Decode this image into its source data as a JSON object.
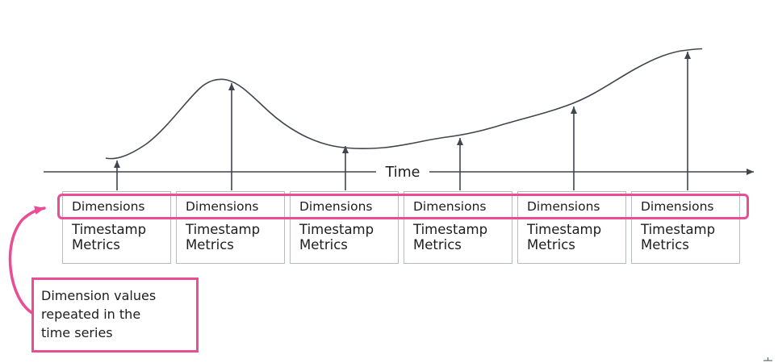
{
  "axis": {
    "label": "Time"
  },
  "record_boxes": [
    {
      "dimensions": "Dimensions",
      "timestamp": "Timestamp",
      "metrics": "Metrics"
    },
    {
      "dimensions": "Dimensions",
      "timestamp": "Timestamp",
      "metrics": "Metrics"
    },
    {
      "dimensions": "Dimensions",
      "timestamp": "Timestamp",
      "metrics": "Metrics"
    },
    {
      "dimensions": "Dimensions",
      "timestamp": "Timestamp",
      "metrics": "Metrics"
    },
    {
      "dimensions": "Dimensions",
      "timestamp": "Timestamp",
      "metrics": "Metrics"
    },
    {
      "dimensions": "Dimensions",
      "timestamp": "Timestamp",
      "metrics": "Metrics"
    }
  ],
  "callout": {
    "line1": "Dimension values",
    "line2": "repeated in the",
    "line3": "time series"
  },
  "colors": {
    "accent_pink": "#EB4C96",
    "diagram_line": "#41454E",
    "box_border": "#B6BAC2",
    "text": "#1D1D1D"
  }
}
